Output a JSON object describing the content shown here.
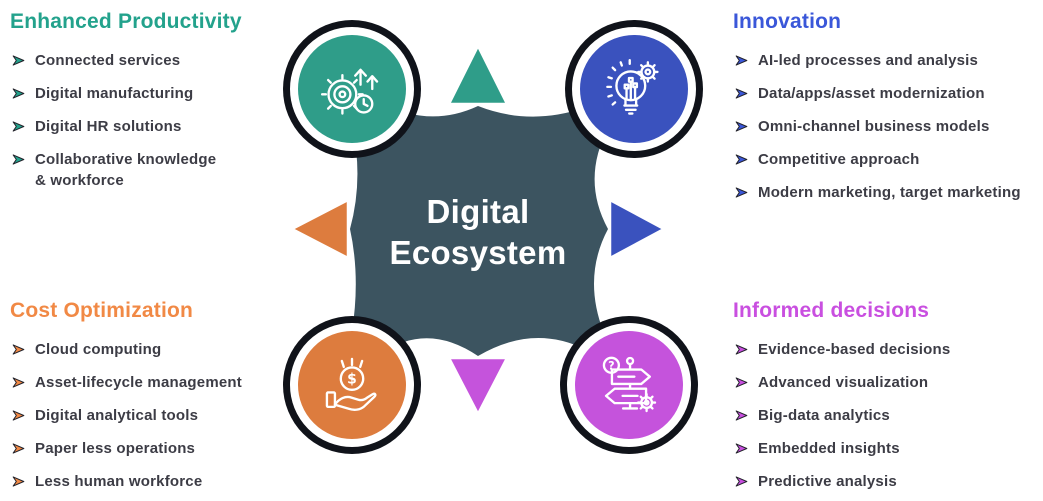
{
  "diagram_title": {
    "line1": "Digital",
    "line2": "Ecosystem"
  },
  "colors": {
    "background": "#FFFFFF",
    "slate": "#3C5460",
    "teal": "#2F9D89",
    "blue": "#3A52BE",
    "orange": "#DD7C3E",
    "magenta": "#C553DC",
    "body_text": "#3C3C45",
    "center_text": "#FFFFFF",
    "ring_dark": "#10131A"
  },
  "sections": {
    "productivity": {
      "title": "Enhanced Productivity",
      "color": "#23A28C",
      "items": [
        "Connected services",
        "Digital manufacturing",
        "Digital HR solutions",
        "Collaborative knowledge\n& workforce"
      ]
    },
    "innovation": {
      "title": "Innovation",
      "color": "#3A57D9",
      "items": [
        "AI-led processes and analysis",
        "Data/apps/asset modernization",
        "Omni-channel business models",
        "Competitive approach",
        "Modern marketing, target marketing"
      ]
    },
    "cost": {
      "title": "Cost Optimization",
      "color": "#F18945",
      "items": [
        "Cloud computing",
        "Asset-lifecycle management",
        "Digital analytical tools",
        "Paper less operations",
        "Less human workforce"
      ]
    },
    "decisions": {
      "title": "Informed decisions",
      "color": "#C94FE0",
      "items": [
        "Evidence-based decisions",
        "Advanced visualization",
        "Big-data analytics",
        "Embedded insights",
        "Predictive analysis"
      ]
    }
  },
  "icons": {
    "productivity_circle": "gear-growth-clock-icon",
    "innovation_circle": "bulb-gear-circuit-icon",
    "cost_circle": "hand-dollar-coin-icon",
    "decisions_circle": "signpost-question-gear-icon",
    "bullet": "arrow-bullet-icon",
    "dollar_glyph": "$",
    "question_glyph": "?"
  }
}
